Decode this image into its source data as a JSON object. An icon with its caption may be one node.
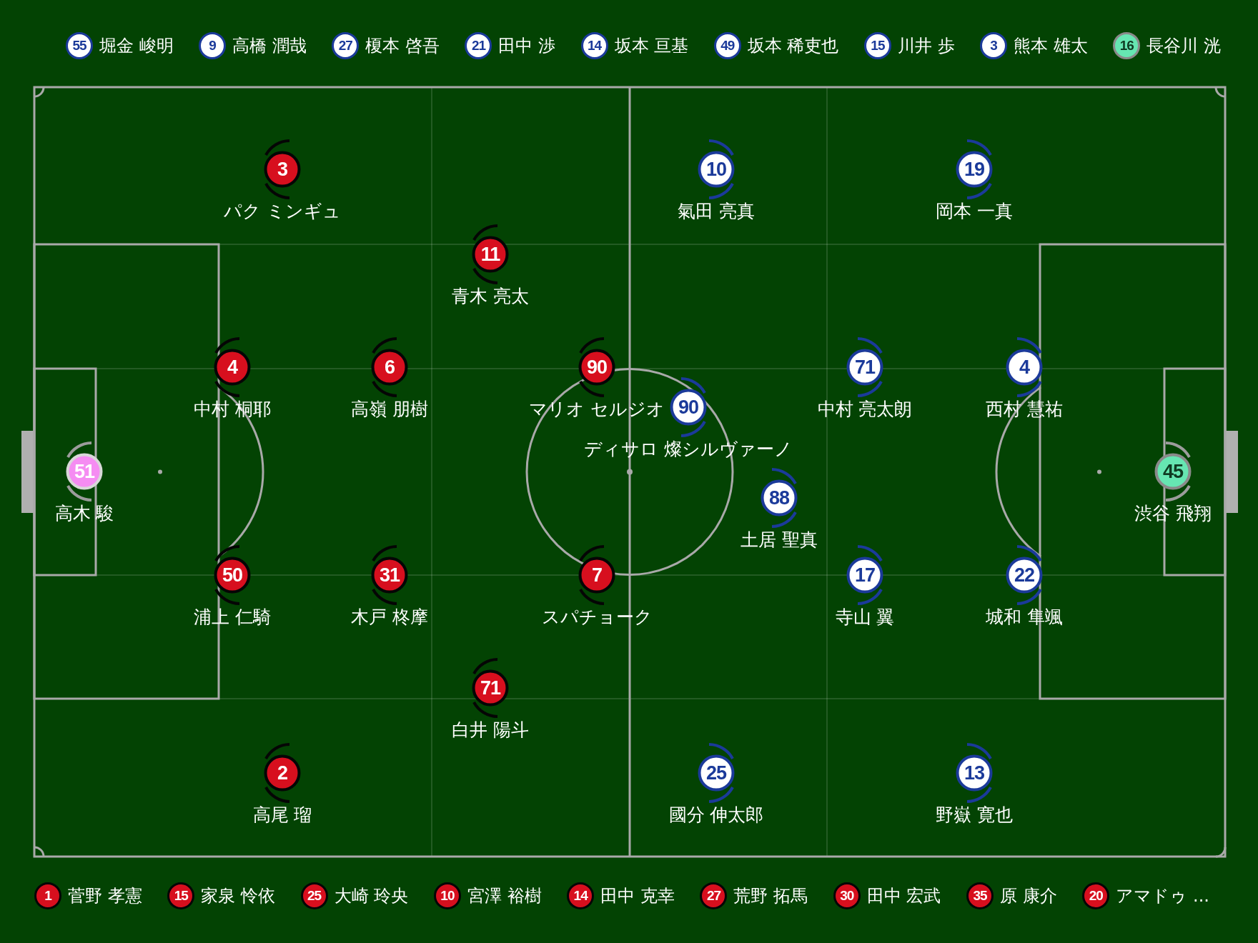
{
  "diagram": {
    "nodes": [
      {
        "text": [
          "55"
        ],
        "beside": [
          "堀金 峻明"
        ]
      },
      {
        "text": [
          "9"
        ],
        "beside": [
          "高橋 潤哉"
        ]
      },
      {
        "text": [
          "27"
        ],
        "beside": [
          "榎本 啓吾"
        ]
      },
      {
        "text": [
          "21"
        ],
        "beside": [
          "田中 渉"
        ]
      },
      {
        "text": [
          "14"
        ],
        "beside": [
          "坂本 亘基"
        ]
      },
      {
        "text": [
          "49"
        ],
        "beside": [
          "坂本 稀吏也"
        ]
      },
      {
        "text": [
          "15"
        ],
        "beside": [
          "川井 歩"
        ]
      },
      {
        "text": [
          "3"
        ],
        "beside": [
          "熊本 雄太"
        ]
      },
      {
        "text": [
          "16"
        ],
        "beside": [
          "長谷川 洸"
        ]
      },
      {
        "text": [
          "3"
        ],
        "beside": [
          "パク ミンギュ"
        ]
      },
      {
        "text": [
          "11"
        ],
        "beside": [
          "青木 亮太"
        ]
      },
      {
        "text": [
          "4"
        ],
        "beside": [
          "中村 桐耶"
        ]
      },
      {
        "text": [
          "6"
        ],
        "beside": [
          "高嶺 朋樹"
        ]
      },
      {
        "text": [
          "90"
        ],
        "beside": [
          "マリオ セルジオ"
        ]
      },
      {
        "text": [
          "51"
        ],
        "beside": [
          "高木 駿"
        ]
      },
      {
        "text": [
          "50"
        ],
        "beside": [
          "浦上 仁騎"
        ]
      },
      {
        "text": [
          "31"
        ],
        "beside": [
          "木戸 柊摩"
        ]
      },
      {
        "text": [
          "7"
        ],
        "beside": [
          "スパチョーク"
        ]
      },
      {
        "text": [
          "71"
        ],
        "beside": [
          "白井 陽斗"
        ]
      },
      {
        "text": [
          "2"
        ],
        "beside": [
          "高尾 瑠"
        ]
      },
      {
        "text": [
          "10"
        ],
        "beside": [
          "氣田 亮真"
        ]
      },
      {
        "text": [
          "19"
        ],
        "beside": [
          "岡本 一真"
        ]
      },
      {
        "text": [
          "71"
        ],
        "beside": [
          "中村 亮太朗"
        ]
      },
      {
        "text": [
          "4"
        ],
        "beside": [
          "西村 慧祐"
        ]
      },
      {
        "text": [
          "90"
        ],
        "beside": [
          "ディサロ 燦シルヴァーノ"
        ]
      },
      {
        "text": [
          "88"
        ],
        "beside": [
          "土居 聖真"
        ]
      },
      {
        "text": [
          "45"
        ],
        "beside": [
          "渋谷 飛翔"
        ]
      },
      {
        "text": [
          "17"
        ],
        "beside": [
          "寺山 翼"
        ]
      },
      {
        "text": [
          "22"
        ],
        "beside": [
          "城和 隼颯"
        ]
      },
      {
        "text": [
          "25"
        ],
        "beside": [
          "國分 伸太郎"
        ]
      },
      {
        "text": [
          "13"
        ],
        "beside": [
          "野嶽 寛也"
        ]
      },
      {
        "text": [
          "1"
        ],
        "beside": [
          "菅野 孝憲"
        ]
      },
      {
        "text": [
          "15"
        ],
        "beside": [
          "家泉 怜依"
        ]
      },
      {
        "text": [
          "25"
        ],
        "beside": [
          "大崎 玲央"
        ]
      },
      {
        "text": [
          "10"
        ],
        "beside": [
          "宮澤 裕樹"
        ]
      },
      {
        "text": [
          "14"
        ],
        "beside": [
          "田中 克幸"
        ]
      },
      {
        "text": [
          "27"
        ],
        "beside": [
          "荒野 拓馬"
        ]
      },
      {
        "text": [
          "30"
        ],
        "beside": [
          "田中 宏武"
        ]
      },
      {
        "text": [
          "35"
        ],
        "beside": [
          "原 康介"
        ]
      },
      {
        "text": [
          "20"
        ],
        "beside": [
          "アマドゥ ..."
        ]
      }
    ]
  }
}
